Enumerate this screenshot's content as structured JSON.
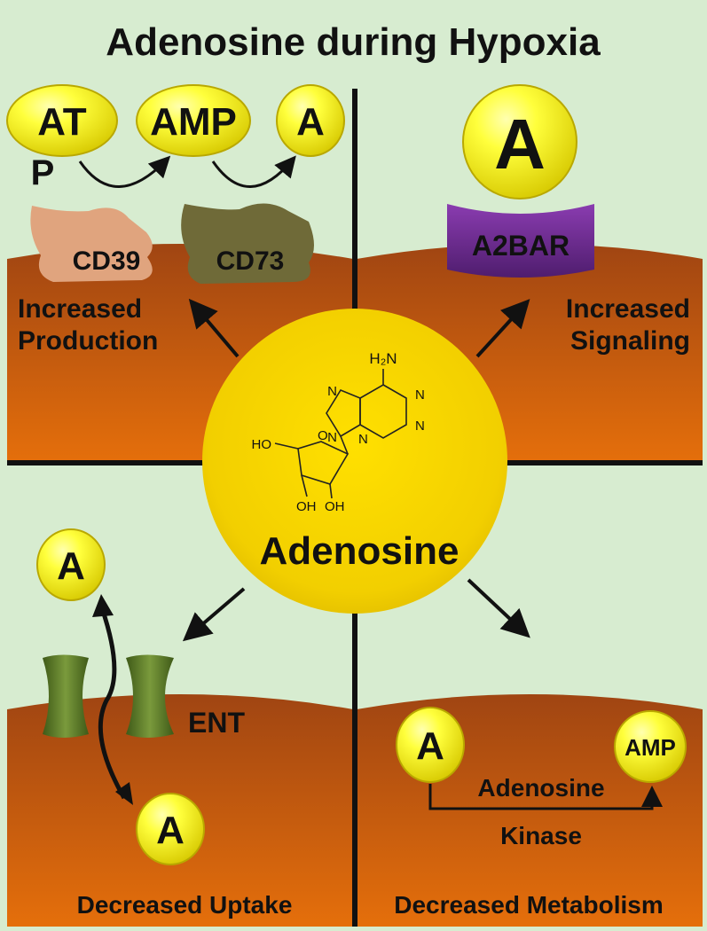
{
  "title": "Adenosine during Hypoxia",
  "center": {
    "label": "Adenosine",
    "structure_labels": {
      "amine": "H₂N",
      "n1": "N",
      "n2": "N",
      "n3": "N",
      "n4": "N",
      "n5": "N",
      "o_ring": "O",
      "ho": "HO",
      "oh1": "OH",
      "oh2": "OH"
    }
  },
  "quadrants": {
    "production": {
      "caption_line1": "Increased",
      "caption_line2": "Production",
      "atp_label_top": "AT",
      "atp_label_p": "P",
      "amp_label": "AMP",
      "adenosine_label": "A",
      "enzyme1_label": "CD39",
      "enzyme2_label": "CD73"
    },
    "signaling": {
      "caption_line1": "Increased",
      "caption_line2": "Signaling",
      "adenosine_label": "A",
      "receptor_label": "A2BAR"
    },
    "uptake": {
      "caption": "Decreased Uptake",
      "transporter_label": "ENT",
      "outside_label": "A",
      "inside_label": "A"
    },
    "metabolism": {
      "caption": "Decreased Metabolism",
      "adenosine_label": "A",
      "amp_label": "AMP",
      "enzyme_line1": "Adenosine",
      "enzyme_line2": "Kinase"
    }
  },
  "colors": {
    "background_top": "#d7ecd0",
    "cell_dark": "#a94a10",
    "cell_light": "#e8720a",
    "circle_fill": "#ffff33",
    "circle_center": "#f5d800",
    "cd39": "#e0a47e",
    "cd73": "#6f6a38",
    "a2bar": "#6a2a8c",
    "ent": "#5c7a2a"
  }
}
